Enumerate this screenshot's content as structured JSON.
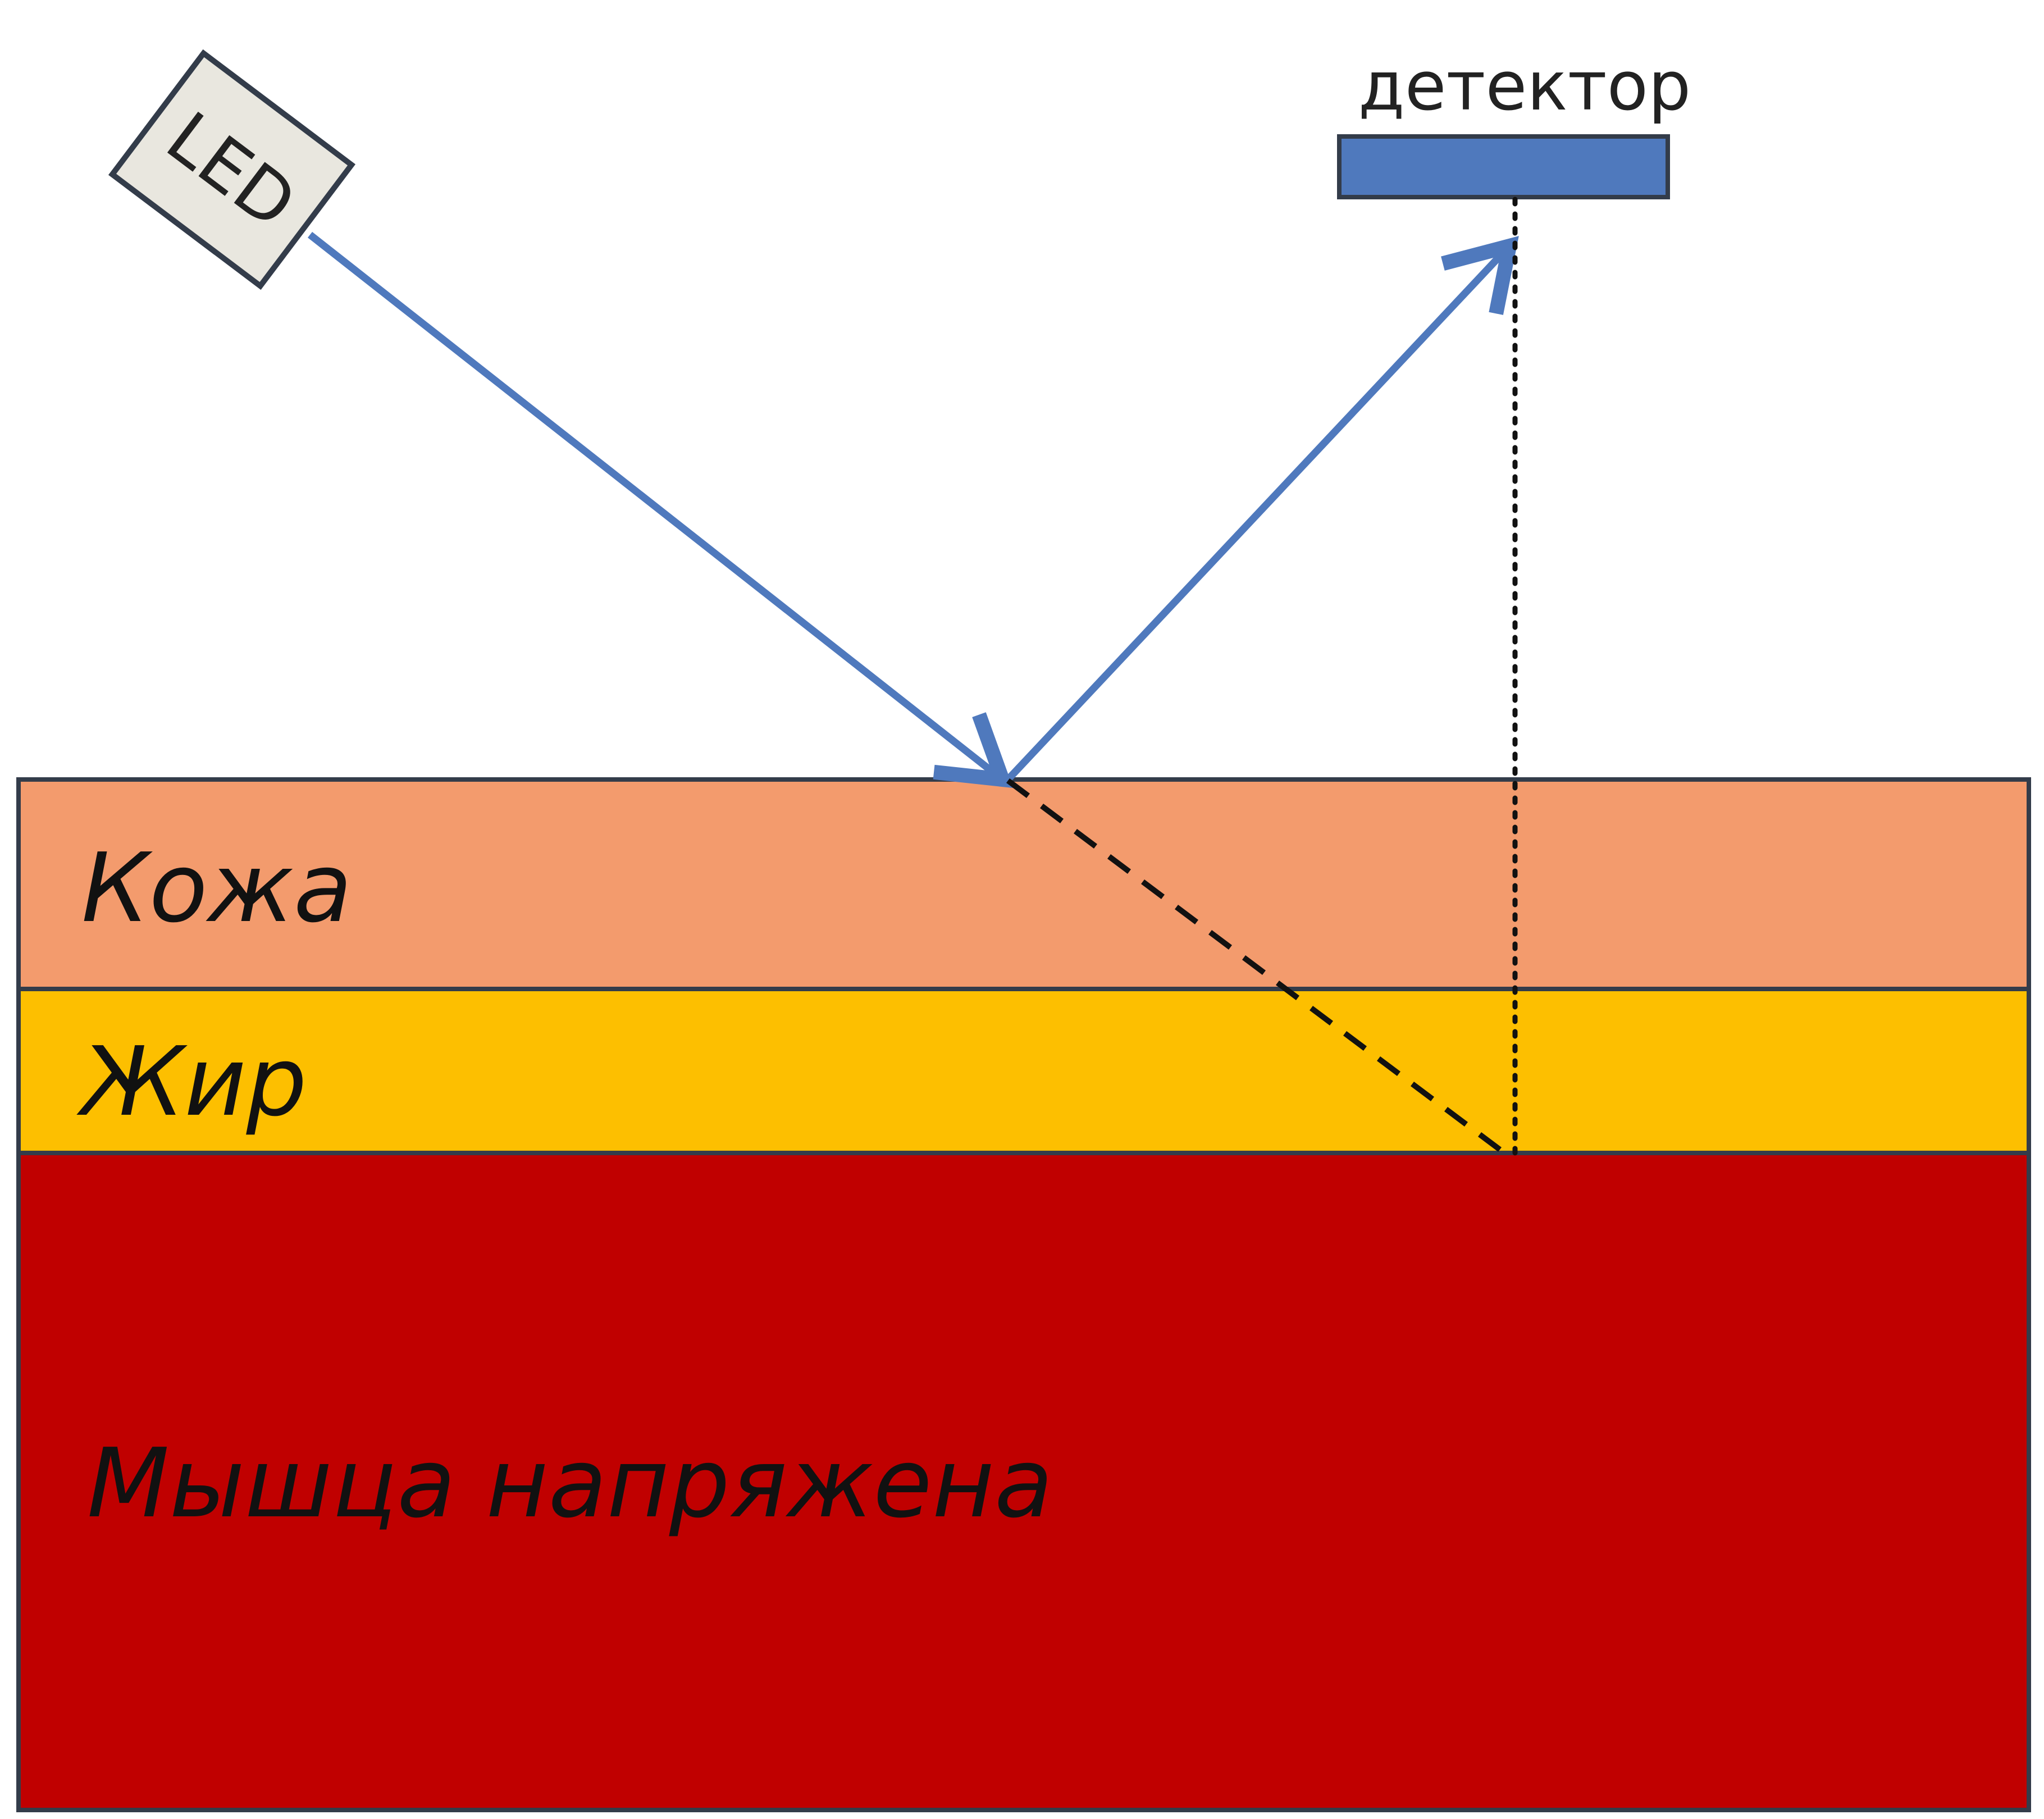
{
  "led": {
    "label": "LED",
    "fill_color": "#e9e7df"
  },
  "detector": {
    "label": "детектор",
    "color": "#4f79bd"
  },
  "layers": [
    {
      "id": "skin",
      "label": "Кожа",
      "color": "#f39b6d"
    },
    {
      "id": "fat",
      "label": "Жир",
      "color": "#fdbf00"
    },
    {
      "id": "muscle",
      "label": "Мышца напряжена",
      "color": "#c00000"
    }
  ],
  "beam": {
    "color": "#4f79bd"
  },
  "colors": {
    "outline": "#333c4a",
    "dashed_path": "#111111"
  }
}
